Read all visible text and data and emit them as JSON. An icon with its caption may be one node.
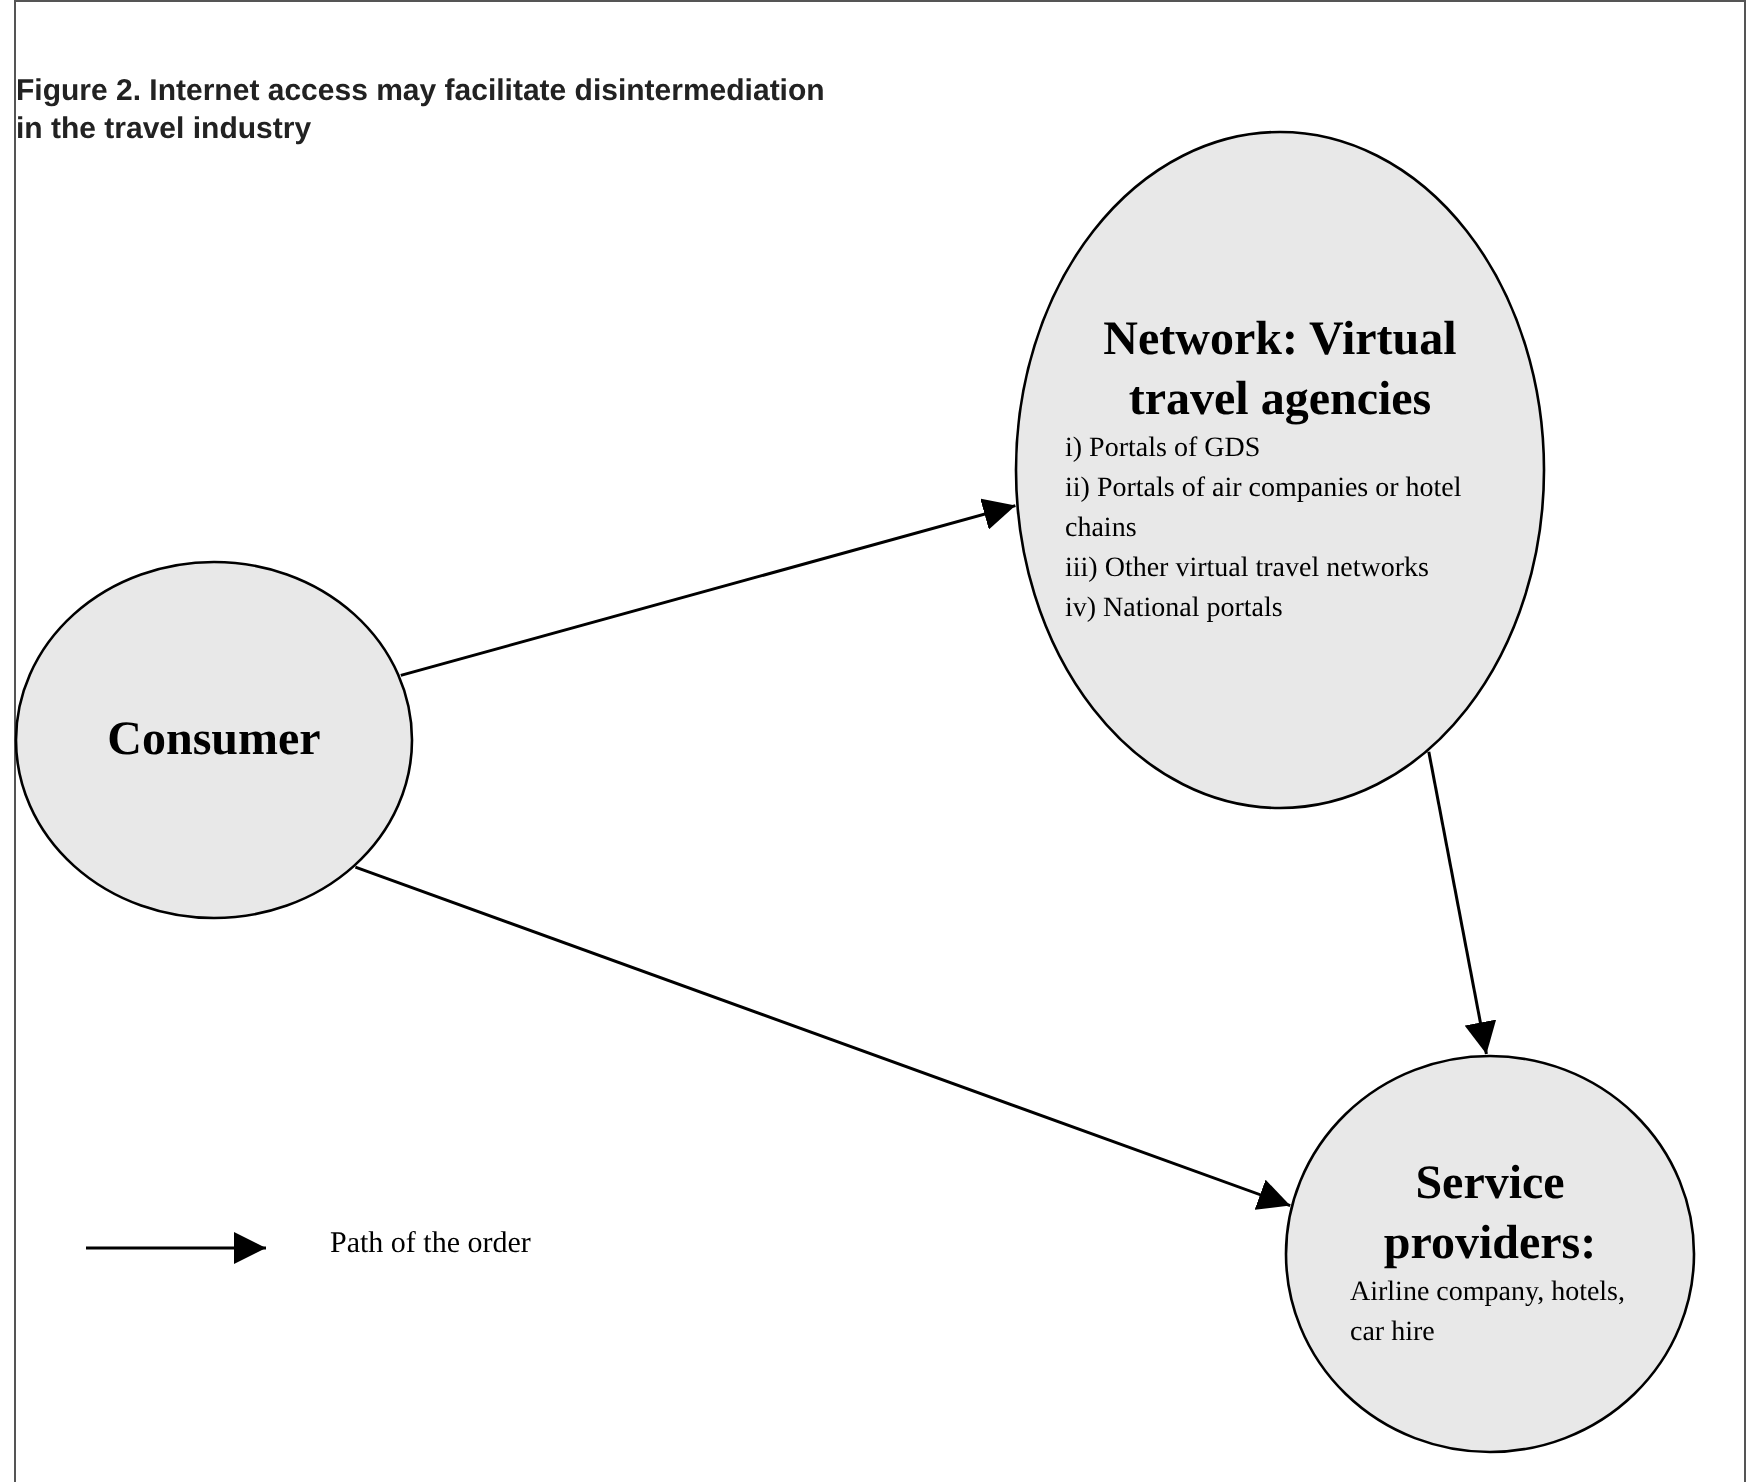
{
  "diagram": {
    "title": "Figure 2. Internet access may facilitate disintermediation in the travel industry",
    "nodes": [
      {
        "text": [
          "Consumer"
        ]
      },
      {
        "text": [
          "Network: Virtual travel agencies",
          "i) Portals of GDS",
          "ii) Portals of air companies or hotel chains",
          "iii) Other virtual travel networks",
          "iv) National portals"
        ]
      },
      {
        "text": [
          "Service providers:",
          "Airline company, hotels, car hire"
        ]
      }
    ],
    "edges": [
      {
        "from": 0,
        "to": 1,
        "arrow": "to"
      },
      {
        "from": 1,
        "to": 2,
        "arrow": "to"
      },
      {
        "from": 0,
        "to": 2,
        "arrow": "to"
      }
    ],
    "legend": [
      {
        "text": "Path of the order"
      }
    ]
  }
}
